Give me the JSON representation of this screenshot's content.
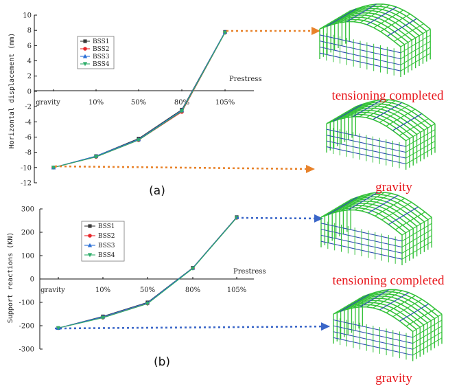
{
  "figure": {
    "panels": [
      "(a)",
      "(b)"
    ],
    "axis_labels": {
      "a": "Horizontal displacement (mm)",
      "b": "Support reactions (KN)"
    },
    "x_label": "Prestress",
    "state_labels": {
      "tensioning": "tensioning completed",
      "gravity": "gravity"
    },
    "colors": {
      "BSS1": "#3a3a3a",
      "BSS2": "#e8262a",
      "BSS3": "#2a6fd6",
      "BSS4": "#2fae6a",
      "arrow_a": "#e8822a",
      "arrow_b": "#3a66c8",
      "truss_green": "#35c23a",
      "truss_blue": "#2d4fb0",
      "state_label": "#e8161b"
    }
  },
  "chart_data": [
    {
      "type": "line",
      "panel": "(a)",
      "categories": [
        "gravity",
        "10%",
        "50%",
        "80%",
        "105%"
      ],
      "ylabel": "Horizontal displacement (mm)",
      "xlabel": "Prestress",
      "ylim": [
        -12,
        10
      ],
      "yticks": [
        -12,
        -10,
        -8,
        -6,
        -4,
        -2,
        0,
        2,
        4,
        6,
        8,
        10
      ],
      "legend_position": "top-left",
      "series": [
        {
          "name": "BSS1",
          "values": [
            -10.0,
            -8.5,
            -6.2,
            -2.4,
            7.8
          ]
        },
        {
          "name": "BSS2",
          "values": [
            -10.0,
            -8.6,
            -6.4,
            -2.7,
            7.7
          ]
        },
        {
          "name": "BSS3",
          "values": [
            -10.0,
            -8.5,
            -6.3,
            -2.5,
            7.8
          ]
        },
        {
          "name": "BSS4",
          "values": [
            -10.0,
            -8.6,
            -6.4,
            -2.6,
            7.7
          ]
        }
      ]
    },
    {
      "type": "line",
      "panel": "(b)",
      "categories": [
        "gravity",
        "10%",
        "50%",
        "80%",
        "105%"
      ],
      "ylabel": "Support reactions (KN)",
      "xlabel": "Prestress",
      "ylim": [
        -300,
        300
      ],
      "yticks": [
        -300,
        -200,
        -100,
        0,
        100,
        200,
        300
      ],
      "legend_position": "top-left",
      "series": [
        {
          "name": "BSS1",
          "values": [
            -210,
            -160,
            -100,
            48,
            265
          ]
        },
        {
          "name": "BSS2",
          "values": [
            -210,
            -165,
            -105,
            46,
            262
          ]
        },
        {
          "name": "BSS3",
          "values": [
            -210,
            -162,
            -102,
            47,
            264
          ]
        },
        {
          "name": "BSS4",
          "values": [
            -210,
            -166,
            -106,
            45,
            262
          ]
        }
      ]
    }
  ]
}
